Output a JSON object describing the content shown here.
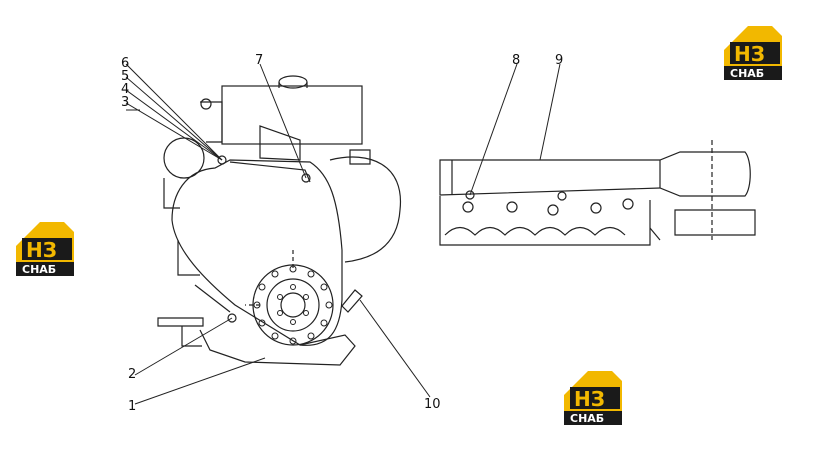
{
  "callouts": [
    "1",
    "2",
    "3",
    "4",
    "5",
    "6",
    "7",
    "8",
    "9",
    "10"
  ],
  "logo": {
    "mark": "НЗ",
    "word": "СНАБ",
    "accent_color": "#f2b800",
    "dark_color": "#1a1a1a",
    "count": 3
  },
  "line_color": "#222222"
}
